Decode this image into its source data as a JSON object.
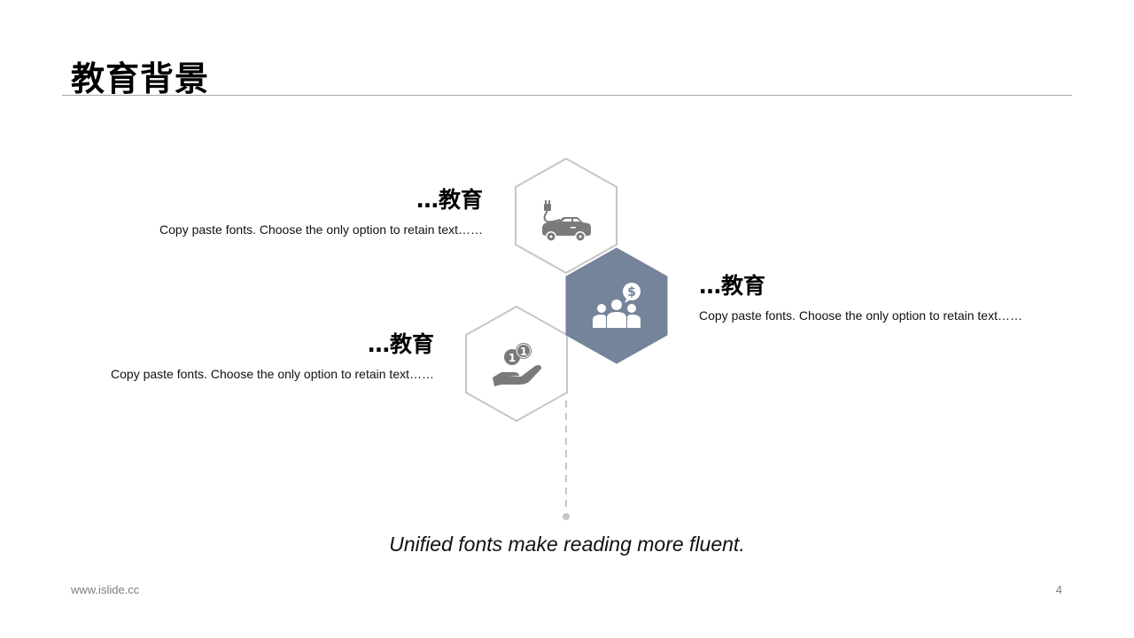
{
  "slide": {
    "title": "教育背景"
  },
  "items": [
    {
      "heading": "…教育",
      "description": "Copy paste fonts. Choose the only option to retain text……",
      "icon": "electric-car-icon"
    },
    {
      "heading": "…教育",
      "description": "Copy paste fonts. Choose the only option to retain text……",
      "icon": "people-dollar-icon"
    },
    {
      "heading": "…教育",
      "description": "Copy paste fonts. Choose the only option to retain text……",
      "icon": "hand-coins-icon"
    }
  ],
  "caption": "Unified fonts make reading more fluent.",
  "footer": {
    "url": "www.islide.cc",
    "page_number": "4"
  },
  "colors": {
    "accent_hex_fill": "#75849a",
    "outline": "#c6c6c6",
    "icon_gray": "#7a7a7a",
    "connector": "#c6c6c6"
  }
}
